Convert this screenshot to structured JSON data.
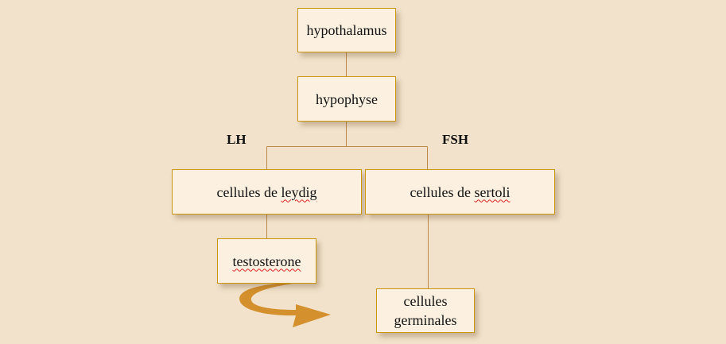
{
  "nodes": {
    "hypothalamus": "hypothalamus",
    "hypophyse": "hypophyse",
    "leydig_a": "cellules de ",
    "leydig_b": "leydig",
    "sertoli_a": "cellules de ",
    "sertoli_b": "sertoli",
    "testosterone": "testosterone",
    "germinales_1": "cellules",
    "germinales_2": "germinales"
  },
  "labels": {
    "lh": "LH",
    "fsh": "FSH"
  },
  "colors": {
    "background": "#f2e2cb",
    "box": "#fcf1e1",
    "border": "#c9960f",
    "arrow": "#d4902c"
  }
}
